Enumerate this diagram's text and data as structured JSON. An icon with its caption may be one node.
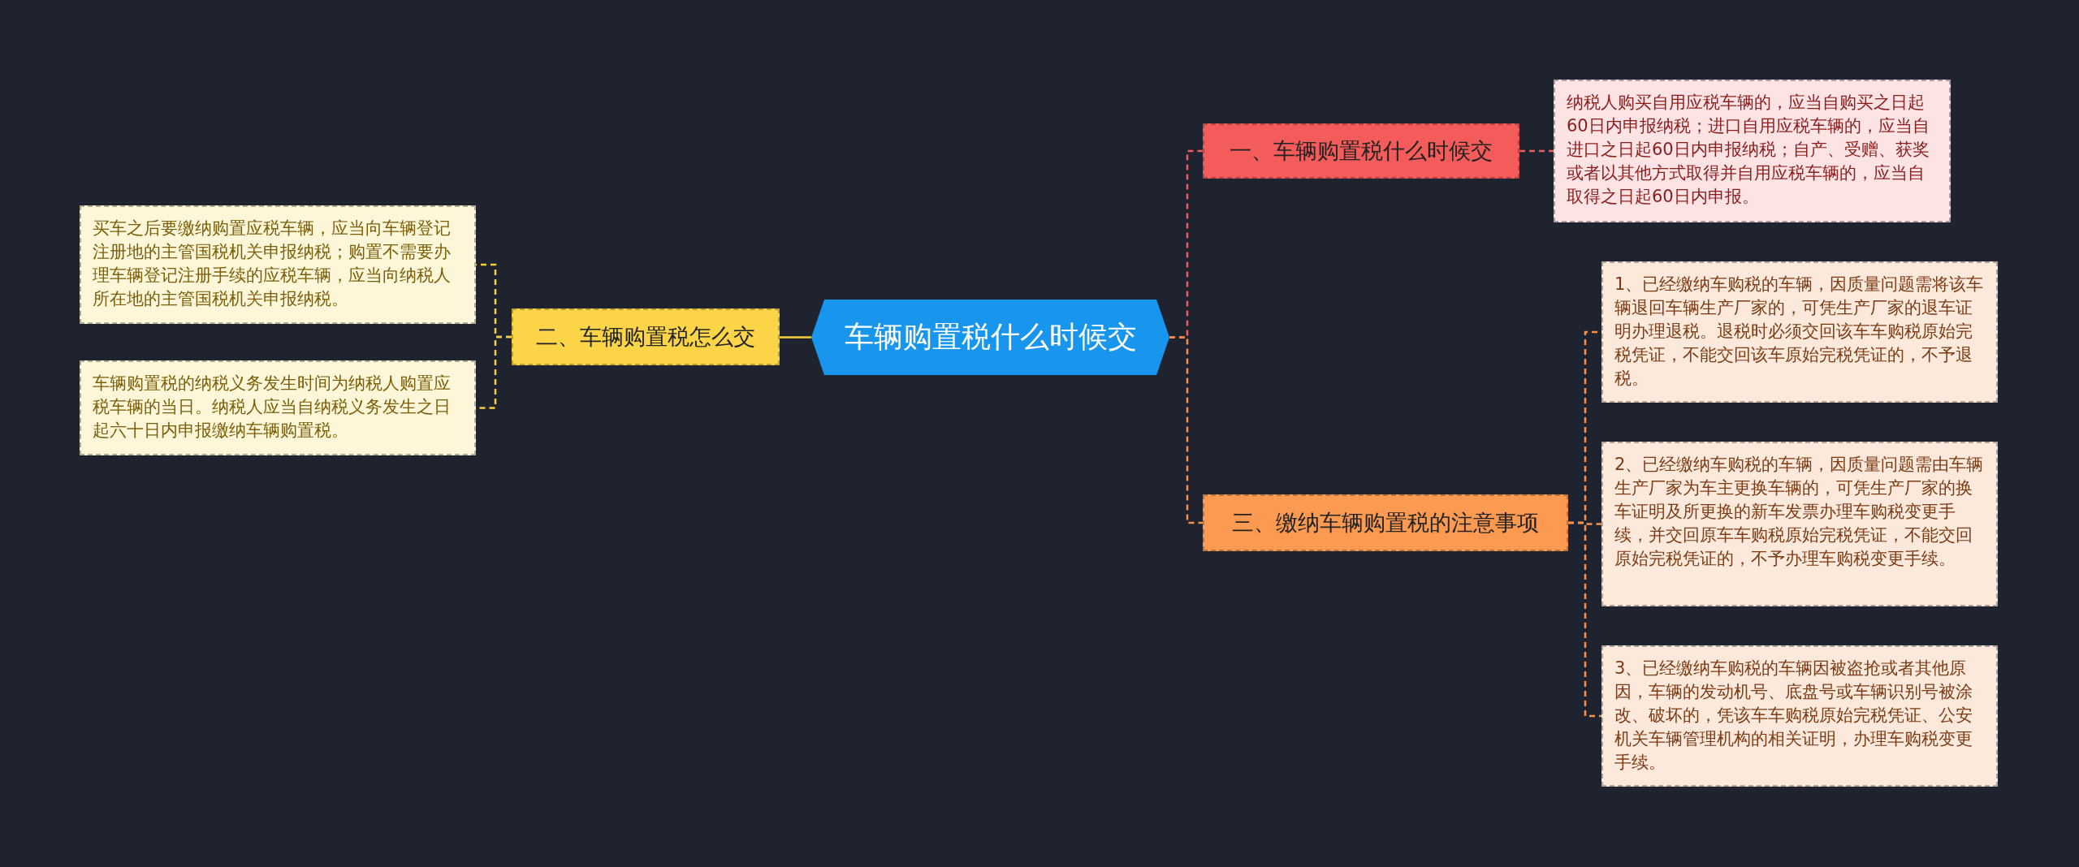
{
  "diagram": {
    "nodes": [
      {
        "text": [
          "车辆购置税什么时候交"
        ]
      },
      {
        "text": [
          "一、车辆购置税什么时候交"
        ]
      },
      {
        "text": [
          "纳税人购买自用应税车辆的，应当自购买之日起 60日内申报纳税；进口自用应税车辆的，应当自进口之日起60日内申报纳税；自产、受赠、获奖或者以其他方式取得并自用应税车辆的，应当自取得之日起60日内申报。"
        ]
      },
      {
        "text": [
          "二、车辆购置税怎么交"
        ]
      },
      {
        "text": [
          "买车之后要缴纳购置应税车辆，应当向车辆登记注册地的主管国税机关申报纳税；购置不需要办理车辆登记注册手续的应税车辆，应当向纳税人所在地的主管国税机关申报纳税。"
        ]
      },
      {
        "text": [
          "车辆购置税的纳税义务发生时间为纳税人购置应税车辆的当日。纳税人应当自纳税义务发生之日起六十日内申报缴纳车辆购置税。"
        ]
      },
      {
        "text": [
          "三、缴纳车辆购置税的注意事项"
        ]
      },
      {
        "text": [
          "1、已经缴纳车购税的车辆，因质量问题需将该车辆退回车辆生产厂家的，可凭生产厂家的退车证明办理退税。退税时必须交回该车车购税原始完税凭证，不能交回该车原始完税凭证的，不予退税。"
        ]
      },
      {
        "text": [
          "2、已经缴纳车购税的车辆，因质量问题需由车辆生产厂家为车主更换车辆的，可凭生产厂家的换车证明及所更换的新车发票办理车购税变更手续，并交回原车车购税原始完税凭证，不能交回原始完税凭证的，不予办理车购税变更手续。"
        ]
      },
      {
        "text": [
          "3、已经缴纳车购税的车辆因被盗抢或者其他原因，车辆的发动机号、底盘号或车辆识别号被涂改、破坏的，凭该车车购税原始完税凭证、公安机关车辆管理机构的相关证明，办理车购税变更手续。"
        ]
      }
    ],
    "edges": [
      {
        "from": 0,
        "to": 1,
        "arrow": "none",
        "style": "dashed",
        "color": "#f05a5a"
      },
      {
        "from": 1,
        "to": 2,
        "arrow": "none",
        "style": "dashed",
        "color": "#f05a5a"
      },
      {
        "from": 0,
        "to": 3,
        "arrow": "none",
        "color": "#f8cf3a"
      },
      {
        "from": 3,
        "to": 4,
        "arrow": "none",
        "style": "dashed",
        "color": "#f8cf3a"
      },
      {
        "from": 3,
        "to": 5,
        "arrow": "none",
        "style": "dashed",
        "color": "#f8cf3a"
      },
      {
        "from": 0,
        "to": 6,
        "arrow": "none",
        "style": "dashed",
        "color": "#f7914a"
      },
      {
        "from": 6,
        "to": 7,
        "arrow": "none",
        "style": "dashed",
        "color": "#f7914a"
      },
      {
        "from": 6,
        "to": 8,
        "arrow": "none",
        "style": "dashed",
        "color": "#f7914a"
      },
      {
        "from": 6,
        "to": 9,
        "arrow": "none",
        "style": "dashed",
        "color": "#f7914a"
      }
    ]
  }
}
